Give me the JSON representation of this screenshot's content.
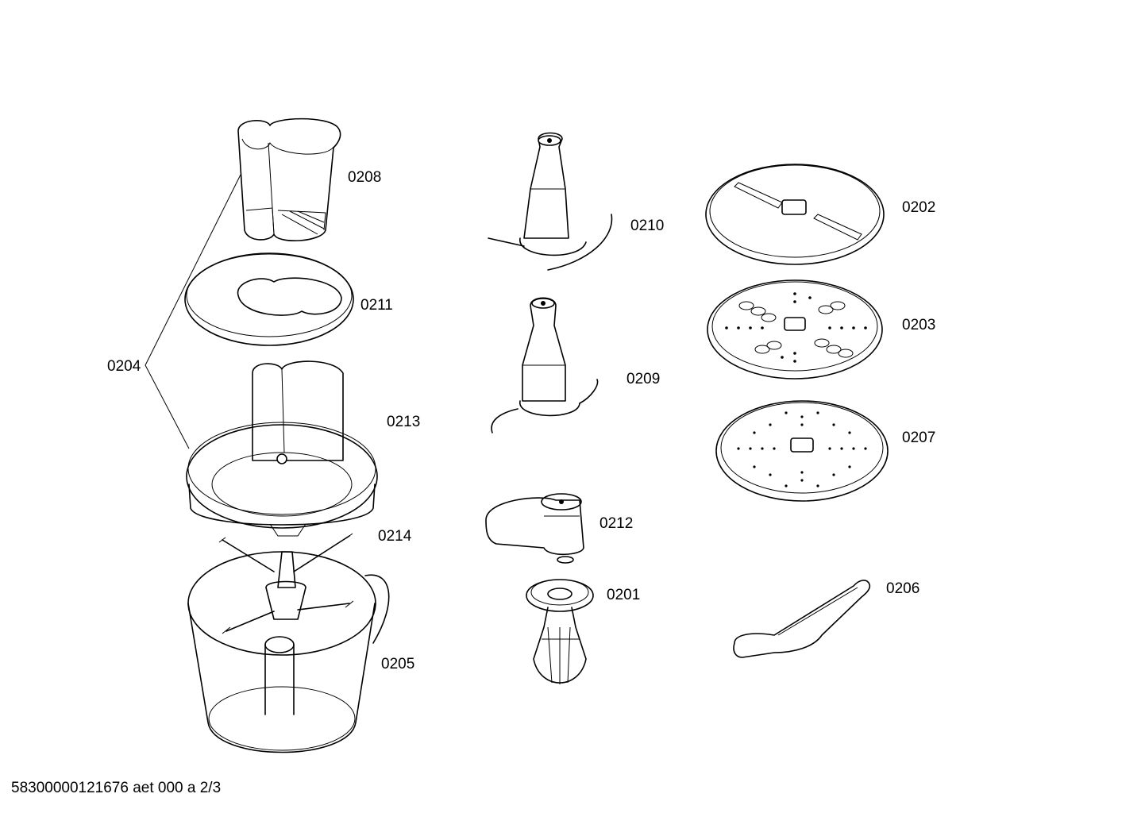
{
  "parts": {
    "p0201": "0201",
    "p0202": "0202",
    "p0203": "0203",
    "p0204": "0204",
    "p0205": "0205",
    "p0206": "0206",
    "p0207": "0207",
    "p0208": "0208",
    "p0209": "0209",
    "p0210": "0210",
    "p0211": "0211",
    "p0212": "0212",
    "p0213": "0213",
    "p0214": "0214"
  },
  "footer": {
    "reference": "58300000121676 aet 000 a 2/3"
  }
}
